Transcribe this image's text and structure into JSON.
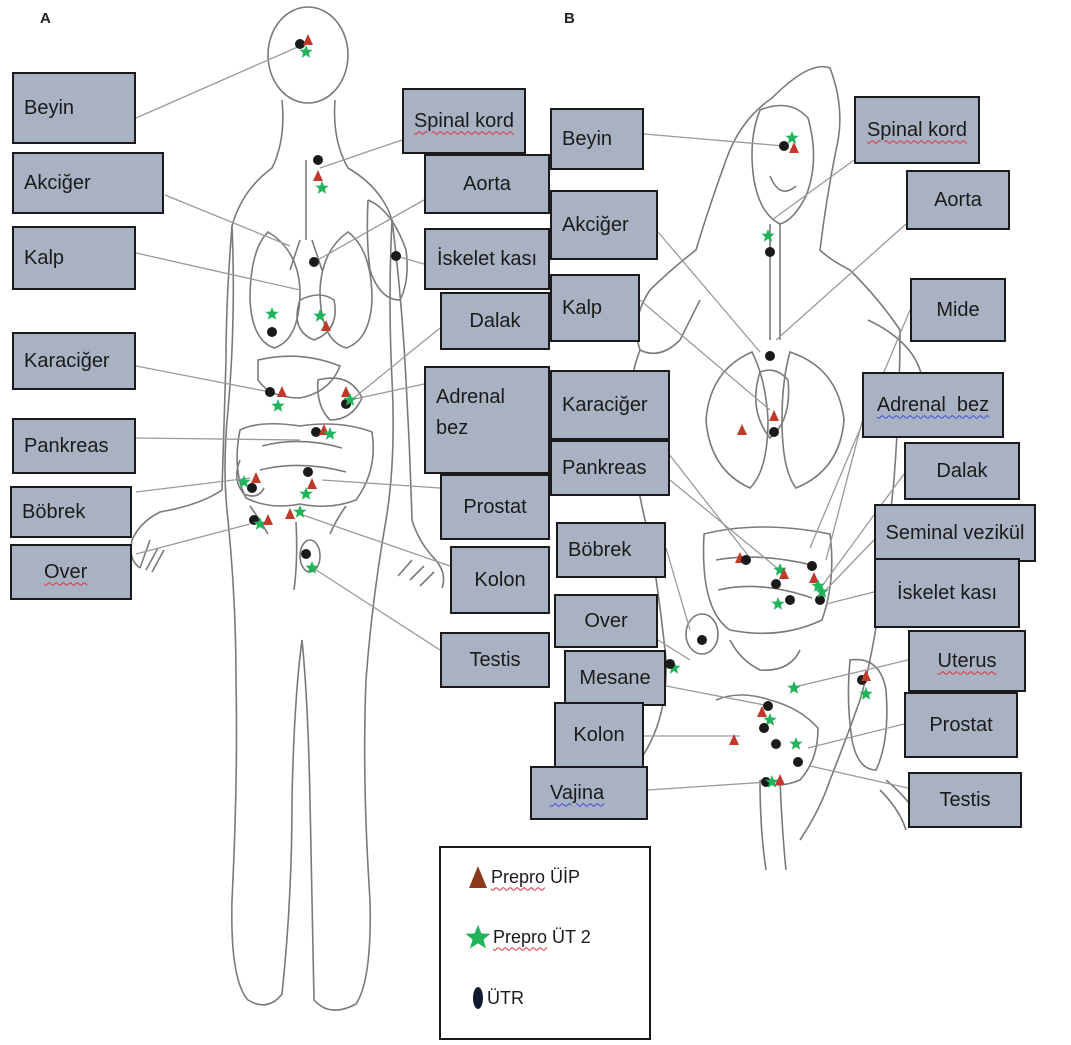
{
  "panels": {
    "a": "A",
    "b": "B"
  },
  "panel_a_labels": {
    "beyin": "Beyin",
    "akciger": "Akciğer",
    "kalp": "Kalp",
    "karaciger": "Karaciğer",
    "pankreas": "Pankreas",
    "bobrek": "Böbrek",
    "over": "Over",
    "spinal_kord": "Spinal kord",
    "aorta": "Aorta",
    "iskelet_kasi": "İskelet kası",
    "dalak": "Dalak",
    "adrenal_bez_line1": "Adrenal",
    "adrenal_bez_line2": "bez",
    "prostat": "Prostat",
    "kolon": "Kolon",
    "testis": "Testis"
  },
  "panel_b_labels": {
    "beyin": "Beyin",
    "akciger": "Akciğer",
    "kalp": "Kalp",
    "karaciger": "Karaciğer",
    "pankreas": "Pankreas",
    "bobrek": "Böbrek",
    "over": "Over",
    "mesane": "Mesane",
    "kolon": "Kolon",
    "vajina": "Vajina",
    "spinal_kord": "Spinal kord",
    "aorta": "Aorta",
    "mide": "Mide",
    "adrenal_bez": "Adrenal  bez",
    "dalak": "Dalak",
    "seminal_vezikul": "Seminal vezikül",
    "iskelet_kasi": "İskelet kası",
    "uterus": "Uterus",
    "prostat": "Prostat",
    "testis": "Testis"
  },
  "legend": {
    "items": [
      {
        "prefix": "Prepro",
        "suffix": " ÜİP",
        "symbol": "triangle",
        "color": "#8b3a1a"
      },
      {
        "prefix": "Prepro",
        "suffix": " ÜT 2",
        "symbol": "star",
        "color": "#1fb35a"
      },
      {
        "prefix": "",
        "suffix": "ÜTR",
        "symbol": "ellipse",
        "color": "#0f1a2e"
      }
    ]
  },
  "colors": {
    "label_fill": "#a9b2c3",
    "triangle": "#c0392b",
    "star": "#1fb35a",
    "dot": "#1a1a1a",
    "outline": "#7a7a7a"
  }
}
